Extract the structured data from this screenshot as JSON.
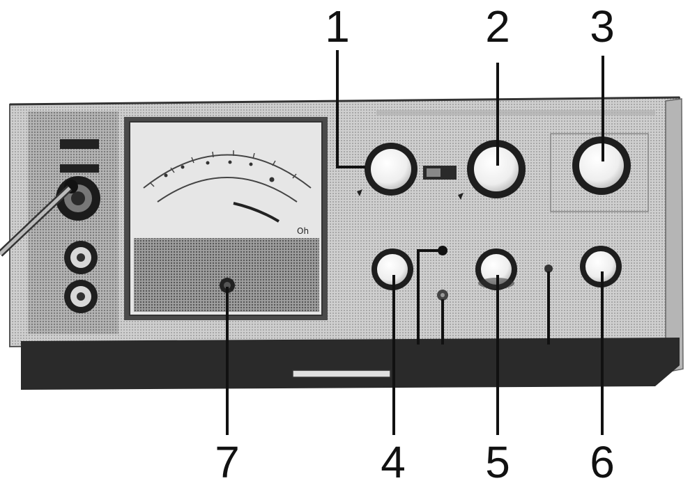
{
  "callouts": {
    "n1": "1",
    "n2": "2",
    "n3": "3",
    "n4": "4",
    "n5": "5",
    "n6": "6",
    "n7": "7"
  },
  "meter": {
    "scale_label": "Oh"
  },
  "colors": {
    "panel": "#c9c9c9",
    "panel_dark": "#9a9a9a",
    "chassis_bottom": "#2a2a2a",
    "meter_face": "#e6e6e6",
    "meter_window": "#8f8f8f",
    "knob": "#f2f2f2",
    "ink": "#111111"
  }
}
